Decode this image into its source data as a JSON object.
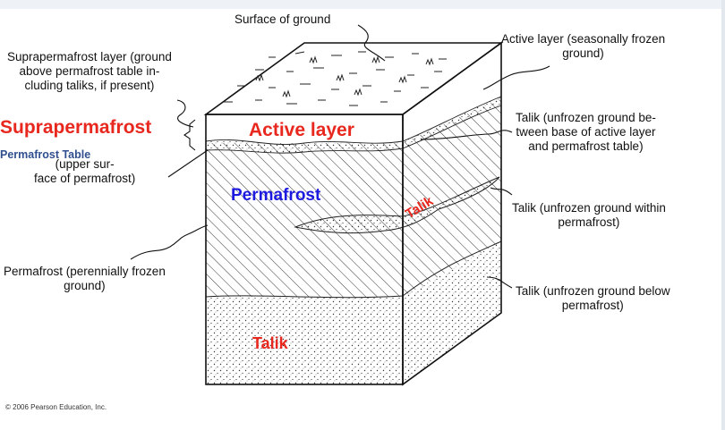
{
  "labels": {
    "surface": "Surface of ground",
    "active_layer_desc": "Active layer (seasonally frozen\nground)",
    "suprapermafrost_desc": "Suprapermafrost layer (ground\nabove permafrost table in-\ncluding taliks, if present)",
    "permafrost_table_desc": "(upper sur-\nface of permafrost)",
    "talik_active": "Talik (unfrozen ground be-\ntween base of active layer\nand permafrost table)",
    "talik_within": "Talik (unfrozen ground within\npermafrost)",
    "talik_below": "Talik (unfrozen ground below\npermafrost)",
    "permafrost_desc": "Permafrost (perennially frozen\nground)"
  },
  "overlays": {
    "suprapermafrost": "Suprapermafrost",
    "permafrost_table": "Permafrost Table",
    "active_layer": "Active layer",
    "permafrost": "Permafrost",
    "talik_upper": "Talik",
    "talik_bottom": "Talik"
  },
  "copyright": "© 2006 Pearson Education, Inc.",
  "colors": {
    "red": "#e8271e",
    "blue": "#1d1ae0",
    "navy": "#2f4f8e"
  }
}
